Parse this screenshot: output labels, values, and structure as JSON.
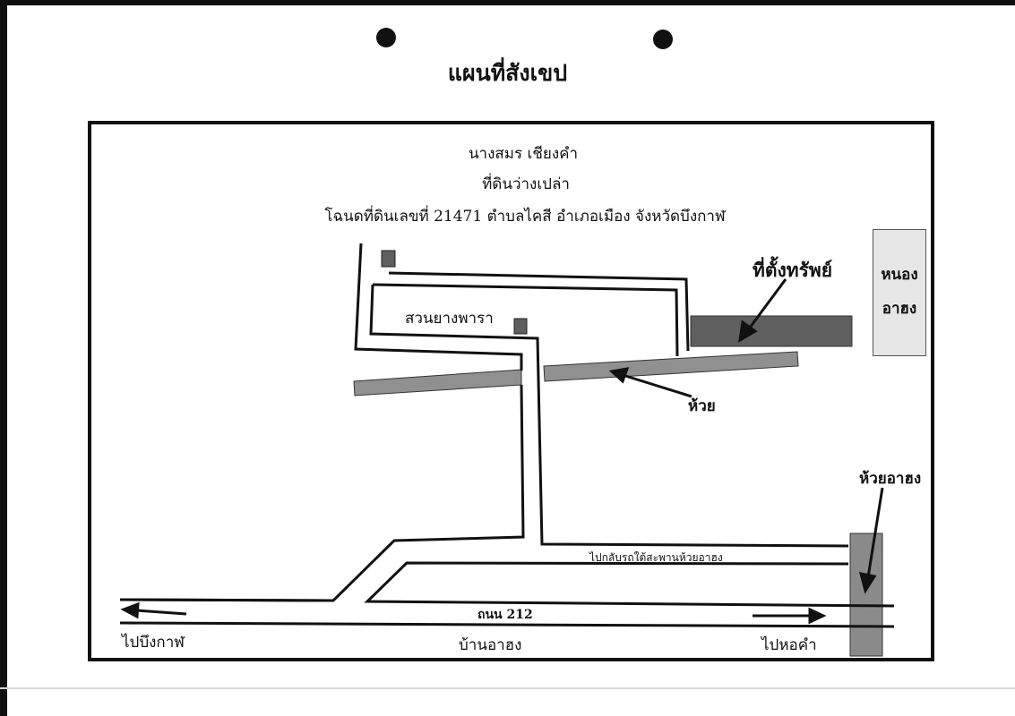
{
  "title": "แผนที่สังเขป",
  "owner": "นางสมร เชียงคำ",
  "land_type": "ที่ดินว่างเปล่า",
  "deed": "โฉนดที่ดินเลขที่ 21471 ตำบลไคสี อำเภอเมือง จังหวัดบึงกาฬ",
  "labels": {
    "property": "ที่ตั้งทรัพย์",
    "swamp_line1": "หนอง",
    "swamp_line2": "อาฮง",
    "rubber_garden": "สวนยางพารา",
    "creek": "ห้วย",
    "creek_ahong": "ห้วยอาฮง",
    "u_turn": "ไปกลับรถใต้สะพานห้วยอาฮง",
    "road": "ถนน 212",
    "to_bueng_kan": "ไปบึงกาฬ",
    "village": "บ้านอาฮง",
    "to_ho_kham": "ไปหอคำ"
  },
  "colors": {
    "ink": "#111111",
    "property_fill": "#5f5f5f",
    "creek_fill": "#909090",
    "swamp_fill": "#e6e6e6"
  }
}
